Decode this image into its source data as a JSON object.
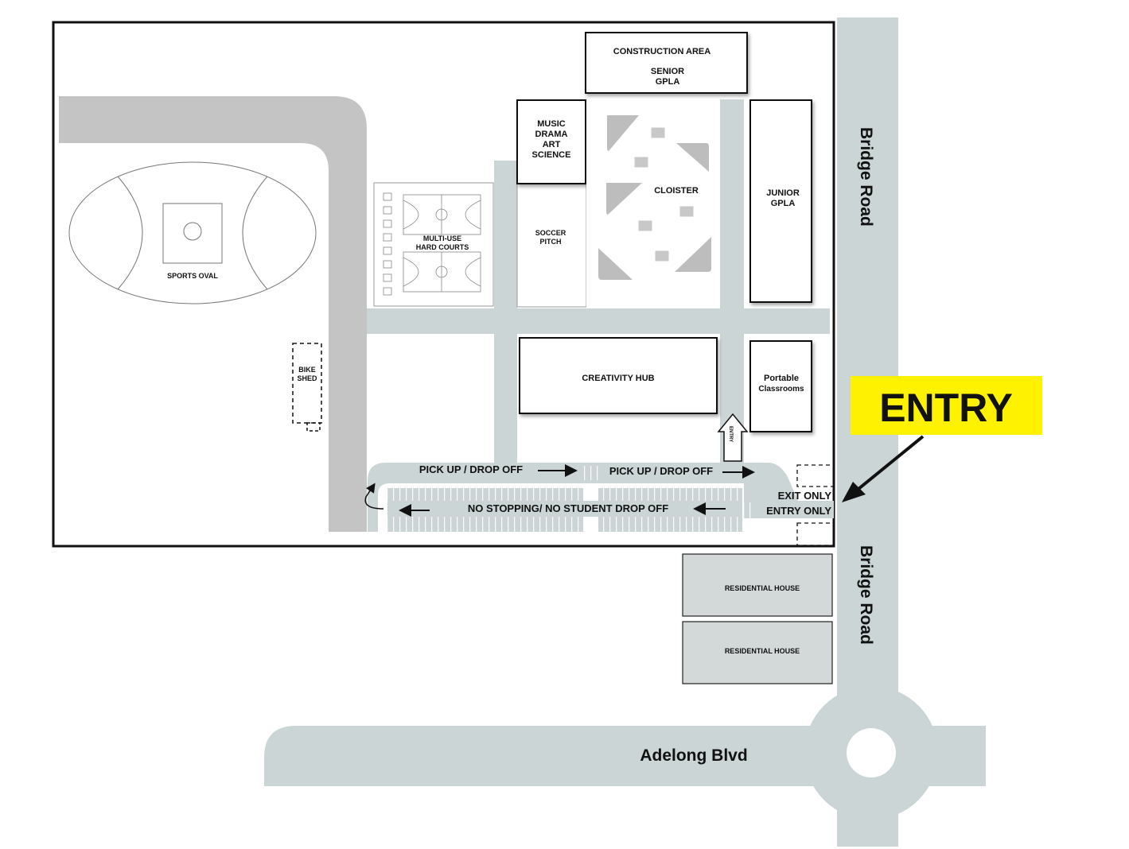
{
  "colors": {
    "road": "#cbd5d5",
    "path": "#c4c4c4",
    "entry_bg": "#fff200",
    "cloister_shape": "#bdbdbd"
  },
  "roads": {
    "bridge_top": "Bridge Road",
    "bridge_bottom": "Bridge Road",
    "adelong": "Adelong Blvd"
  },
  "buildings": {
    "construction_1": "CONSTRUCTION AREA",
    "construction_2": "SENIOR",
    "construction_3": "GPLA",
    "music": [
      "MUSIC",
      "DRAMA",
      "ART",
      "SCIENCE"
    ],
    "cloister": "CLOISTER",
    "junior_1": "JUNIOR",
    "junior_2": "GPLA",
    "courts_1": "MULTI-USE",
    "courts_2": "HARD COURTS",
    "soccer_1": "SOCCER",
    "soccer_2": "PITCH",
    "sports_oval": "SPORTS OVAL",
    "bike_1": "BIKE",
    "bike_2": "SHED",
    "creativity": "CREATIVITY HUB",
    "portable_1": "Portable",
    "portable_2": "Classrooms",
    "residential_1": "RESIDENTIAL HOUSE",
    "residential_2": "RESIDENTIAL HOUSE"
  },
  "traffic": {
    "pickup_1": "PICK UP / DROP OFF",
    "pickup_2": "PICK UP / DROP OFF",
    "no_stopping": "NO STOPPING/ NO STUDENT DROP OFF",
    "exit_only": "EXIT ONLY",
    "entry_only": "ENTRY ONLY",
    "small_entry": "ENTRY",
    "entry_sign": "ENTRY"
  }
}
